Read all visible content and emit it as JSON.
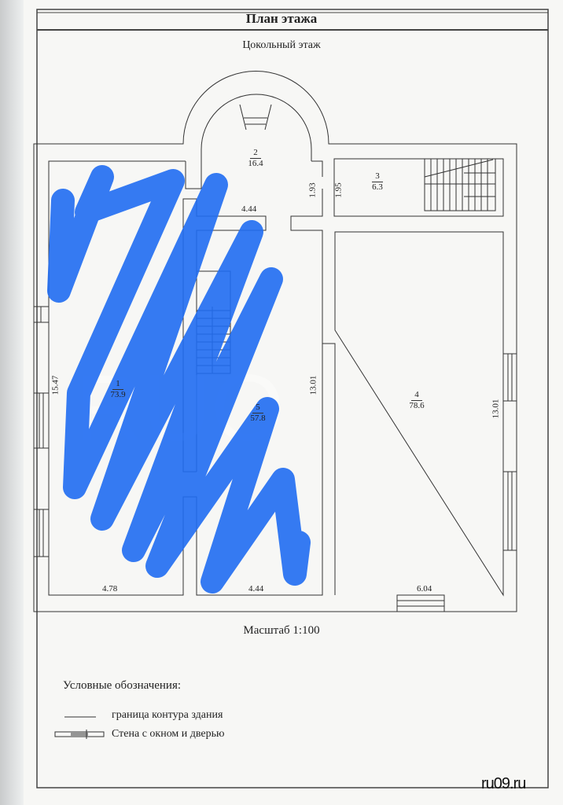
{
  "title": "План этажа",
  "subtitle": "Цокольный этаж",
  "rooms": [
    {
      "number": "1",
      "area": "73.9"
    },
    {
      "number": "2",
      "area": "16.4"
    },
    {
      "number": "3",
      "area": "6.3"
    },
    {
      "number": "4",
      "area": "78.6"
    },
    {
      "number": "5",
      "area": "57.8"
    }
  ],
  "dimensions": {
    "left_height": "15.47",
    "center_height": "13.01",
    "right_height": "13.01",
    "bottom_room1": "4.78",
    "bottom_room5": "4.44",
    "bottom_room4": "6.04",
    "top_room5": "4.44",
    "door_a": "1.93",
    "door_b": "1.95"
  },
  "scale": "Масштаб 1:100",
  "legend": {
    "title": "Условные обозначения:",
    "items": [
      "граница контура здания",
      "Стена с окном и дверью"
    ]
  },
  "watermark": "RUO",
  "site": "ru09.ru",
  "colors": {
    "scribble": "#1f6cf2",
    "line": "#333333"
  }
}
